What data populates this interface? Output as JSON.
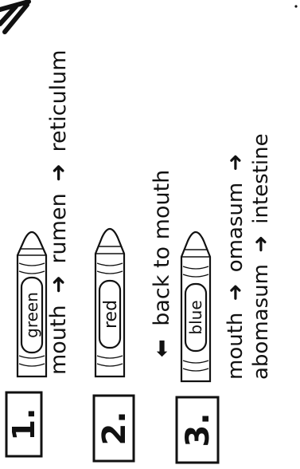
{
  "worksheet": {
    "steps": [
      {
        "number": "1.",
        "crayon_color": "green",
        "path_line1": [
          "mouth",
          "rumen",
          "reticulum"
        ],
        "path_line2": []
      },
      {
        "number": "2.",
        "crayon_color": "red",
        "path_line1": [
          "back to mouth"
        ],
        "path_line2": []
      },
      {
        "number": "3.",
        "crayon_color": "blue",
        "path_line1": [
          "mouth",
          "omasum"
        ],
        "path_line2": [
          "abomasum",
          "intestine"
        ]
      }
    ],
    "arrow_icon": "arrow-up-icon",
    "ink_color": "#111111"
  }
}
